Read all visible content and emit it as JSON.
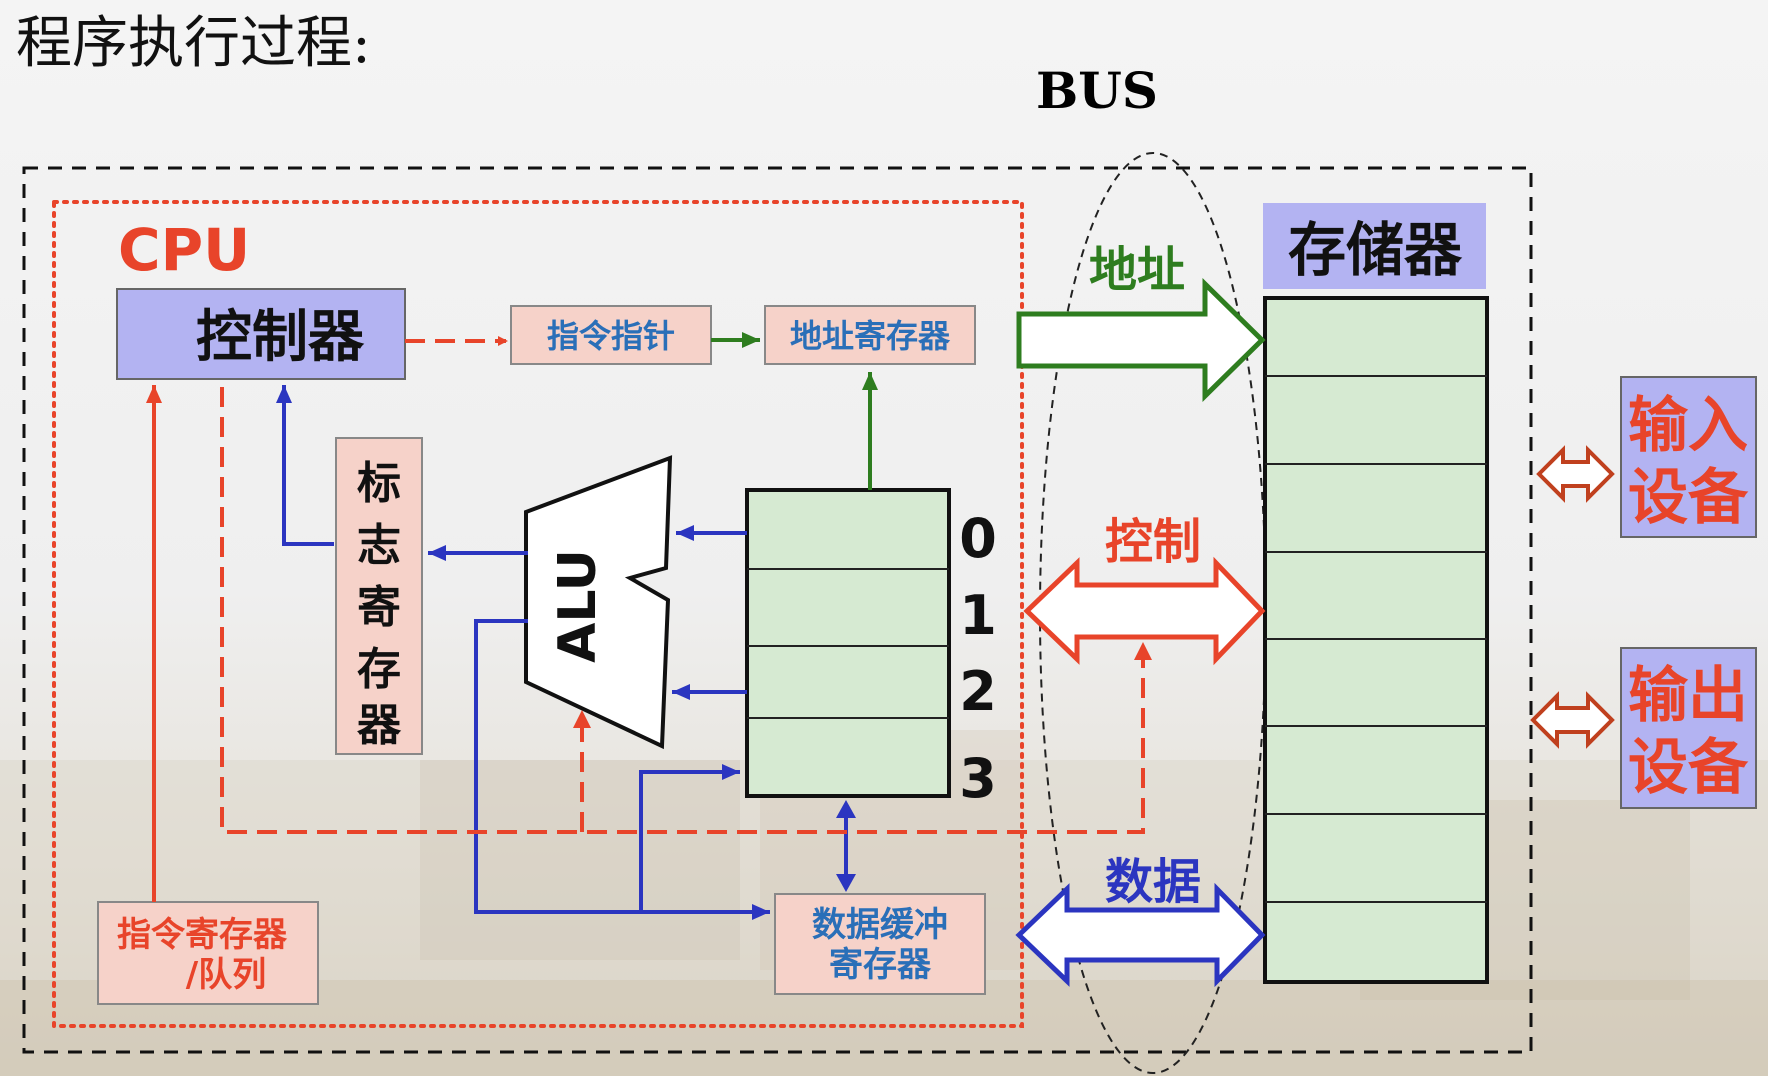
{
  "title": "程序执行过程:",
  "bus_label": "BUS",
  "cpu_label": "CPU",
  "controller": "控制器",
  "instruction_pointer": "指令指针",
  "address_register": "地址寄存器",
  "flag_register": [
    "标",
    "志",
    "寄",
    "存",
    "器"
  ],
  "alu": "ALU",
  "general_registers": [
    "0",
    "1",
    "2",
    "3"
  ],
  "instruction_register": [
    "指令寄存器",
    "/队列"
  ],
  "data_buffer": [
    "数据缓冲",
    "寄存器"
  ],
  "memory": "存储器",
  "bus_lines": {
    "address": "地址",
    "control": "控制",
    "data": "数据"
  },
  "input_device": [
    "输入",
    "设备"
  ],
  "output_device": [
    "输出",
    "设备"
  ],
  "colors": {
    "red": "#e8442a",
    "blue": "#2b35c0",
    "green": "#2e7d1f",
    "purple_box": "#b3b3f2",
    "pink_box": "#f6d2c9",
    "green_cell": "#d6ead2",
    "label_blue": "#2a6fb8",
    "label_red": "#e8442a"
  }
}
